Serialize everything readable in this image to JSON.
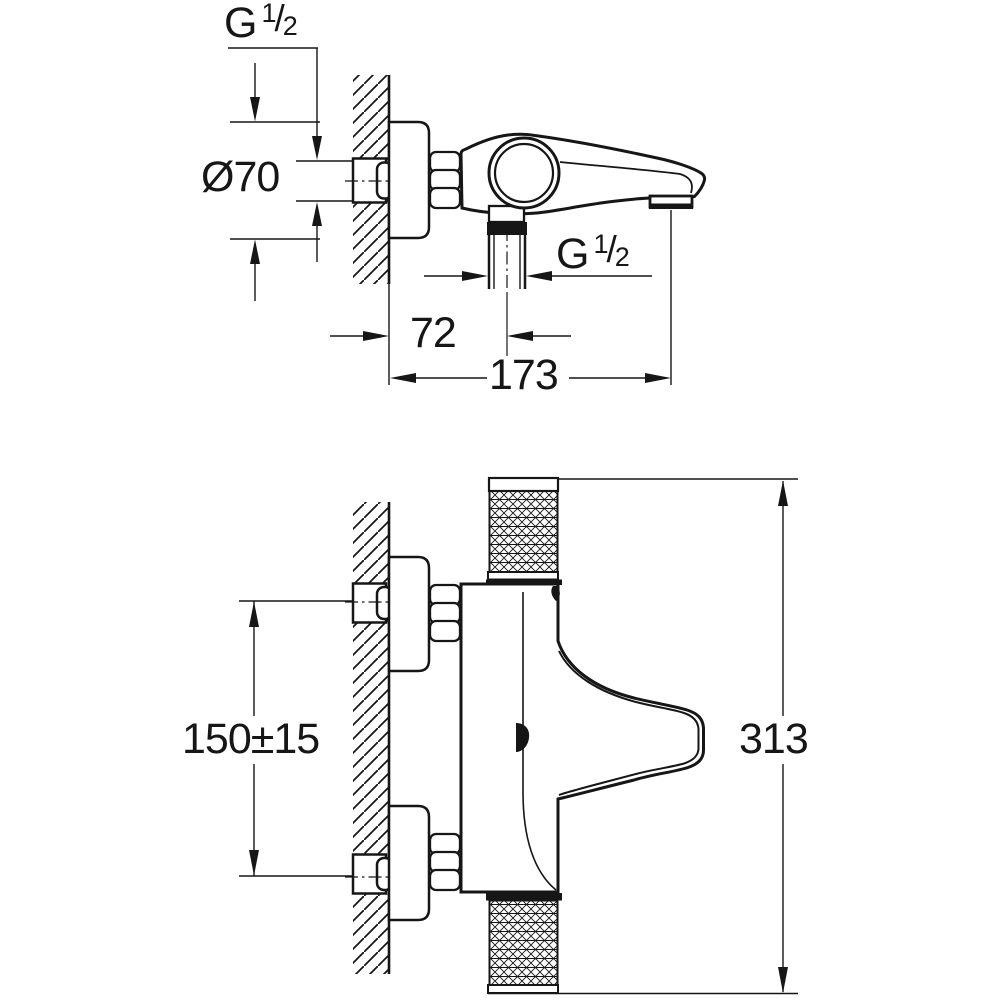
{
  "colors": {
    "background": "#ffffff",
    "line": "#161616"
  },
  "side_view": {
    "wall_thread_label": {
      "g": "G",
      "numerator": "1",
      "slash": "/",
      "denominator": "2"
    },
    "escutcheon_diameter_label": "Ø70",
    "spout_outlet_thread_label": {
      "g": "G",
      "numerator": "1",
      "slash": "/",
      "denominator": "2"
    },
    "wall_to_outlet_label": "72",
    "spout_projection_label": "173"
  },
  "front_view": {
    "connection_spacing_label": "150±15",
    "overall_height_label": "313"
  }
}
